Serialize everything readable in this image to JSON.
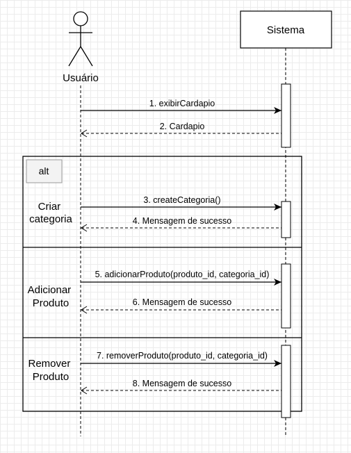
{
  "actors": {
    "user": {
      "label": "Usuário"
    },
    "system": {
      "label": "Sistema"
    }
  },
  "fragment": {
    "operator": "alt"
  },
  "guards": [
    {
      "lines": [
        "Criar",
        "categoria"
      ]
    },
    {
      "lines": [
        "Adicionar",
        "Produto"
      ]
    },
    {
      "lines": [
        "Remover",
        "Produto"
      ]
    }
  ],
  "messages": [
    {
      "label": "1. exibirCardapio",
      "kind": "sync"
    },
    {
      "label": "2. Cardapio",
      "kind": "return"
    },
    {
      "label": "3. createCategoria()",
      "kind": "sync"
    },
    {
      "label": "4. Mensagem de sucesso",
      "kind": "return"
    },
    {
      "label": "5. adicionarProduto(produto_id, categoria_id)",
      "kind": "sync"
    },
    {
      "label": "6. Mensagem de sucesso",
      "kind": "return"
    },
    {
      "label": "7. removerProduto(produto_id, categoria_id)",
      "kind": "sync"
    },
    {
      "label": "8. Mensagem de sucesso",
      "kind": "return"
    }
  ]
}
